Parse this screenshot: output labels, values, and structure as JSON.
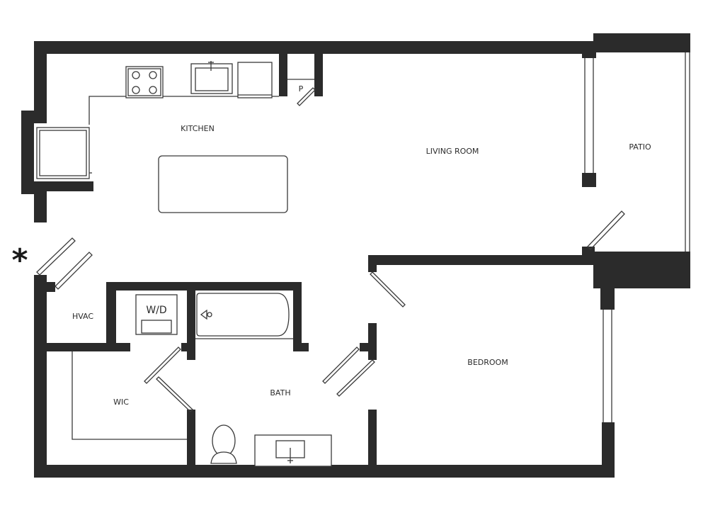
{
  "rooms": {
    "kitchen": "KITCHEN",
    "living_room": "LIVING ROOM",
    "patio": "PATIO",
    "pantry": "P",
    "hvac": "HVAC",
    "washer_dryer": "W/D",
    "wic": "WIC",
    "bath": "BATH",
    "bedroom": "BEDROOM"
  },
  "marker": "*",
  "colors": {
    "wall": "#2b2b2b",
    "line": "#3a3a3a",
    "background": "#ffffff"
  }
}
